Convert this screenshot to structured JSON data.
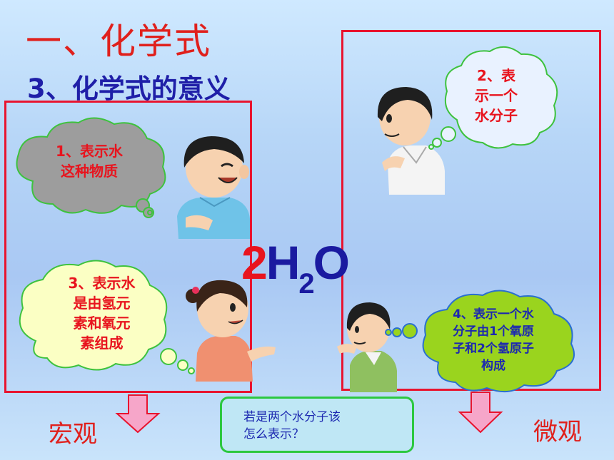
{
  "slide": {
    "title": "一、化学式",
    "subtitle": "3、化学式的意义"
  },
  "bubbles": {
    "b1_line1": "1、表示水",
    "b1_line2": "这种物质",
    "b2_line1": "2、表",
    "b2_line2": "示一个",
    "b2_line3": "水分子",
    "b3_line1": "3、表示水",
    "b3_line2": "是由氢元",
    "b3_line3": "素和氧元",
    "b3_line4": "素组成",
    "b4_line1": "4、表示一个水",
    "b4_line2": "分子由1个氧原",
    "b4_line3": "子和2个氢原子",
    "b4_line4": "构成"
  },
  "formula": {
    "coefficient": "2",
    "element1": "H",
    "subscript": "2",
    "element2": "O"
  },
  "labels": {
    "macro": "宏观",
    "micro": "微观"
  },
  "question": {
    "line1": "若是两个水分子该",
    "line2": "怎么表示？"
  },
  "colors": {
    "title_red": "#e0201c",
    "subtitle_blue": "#1f1fa8",
    "frame_red": "#e8142f",
    "bubble1_fill": "#9d9d9d",
    "bubble2_fill": "#e9f2ff",
    "bubble3_fill": "#fbffc4",
    "bubble4_fill": "#9ad41e",
    "arrow_fill": "#f6a6c9"
  }
}
